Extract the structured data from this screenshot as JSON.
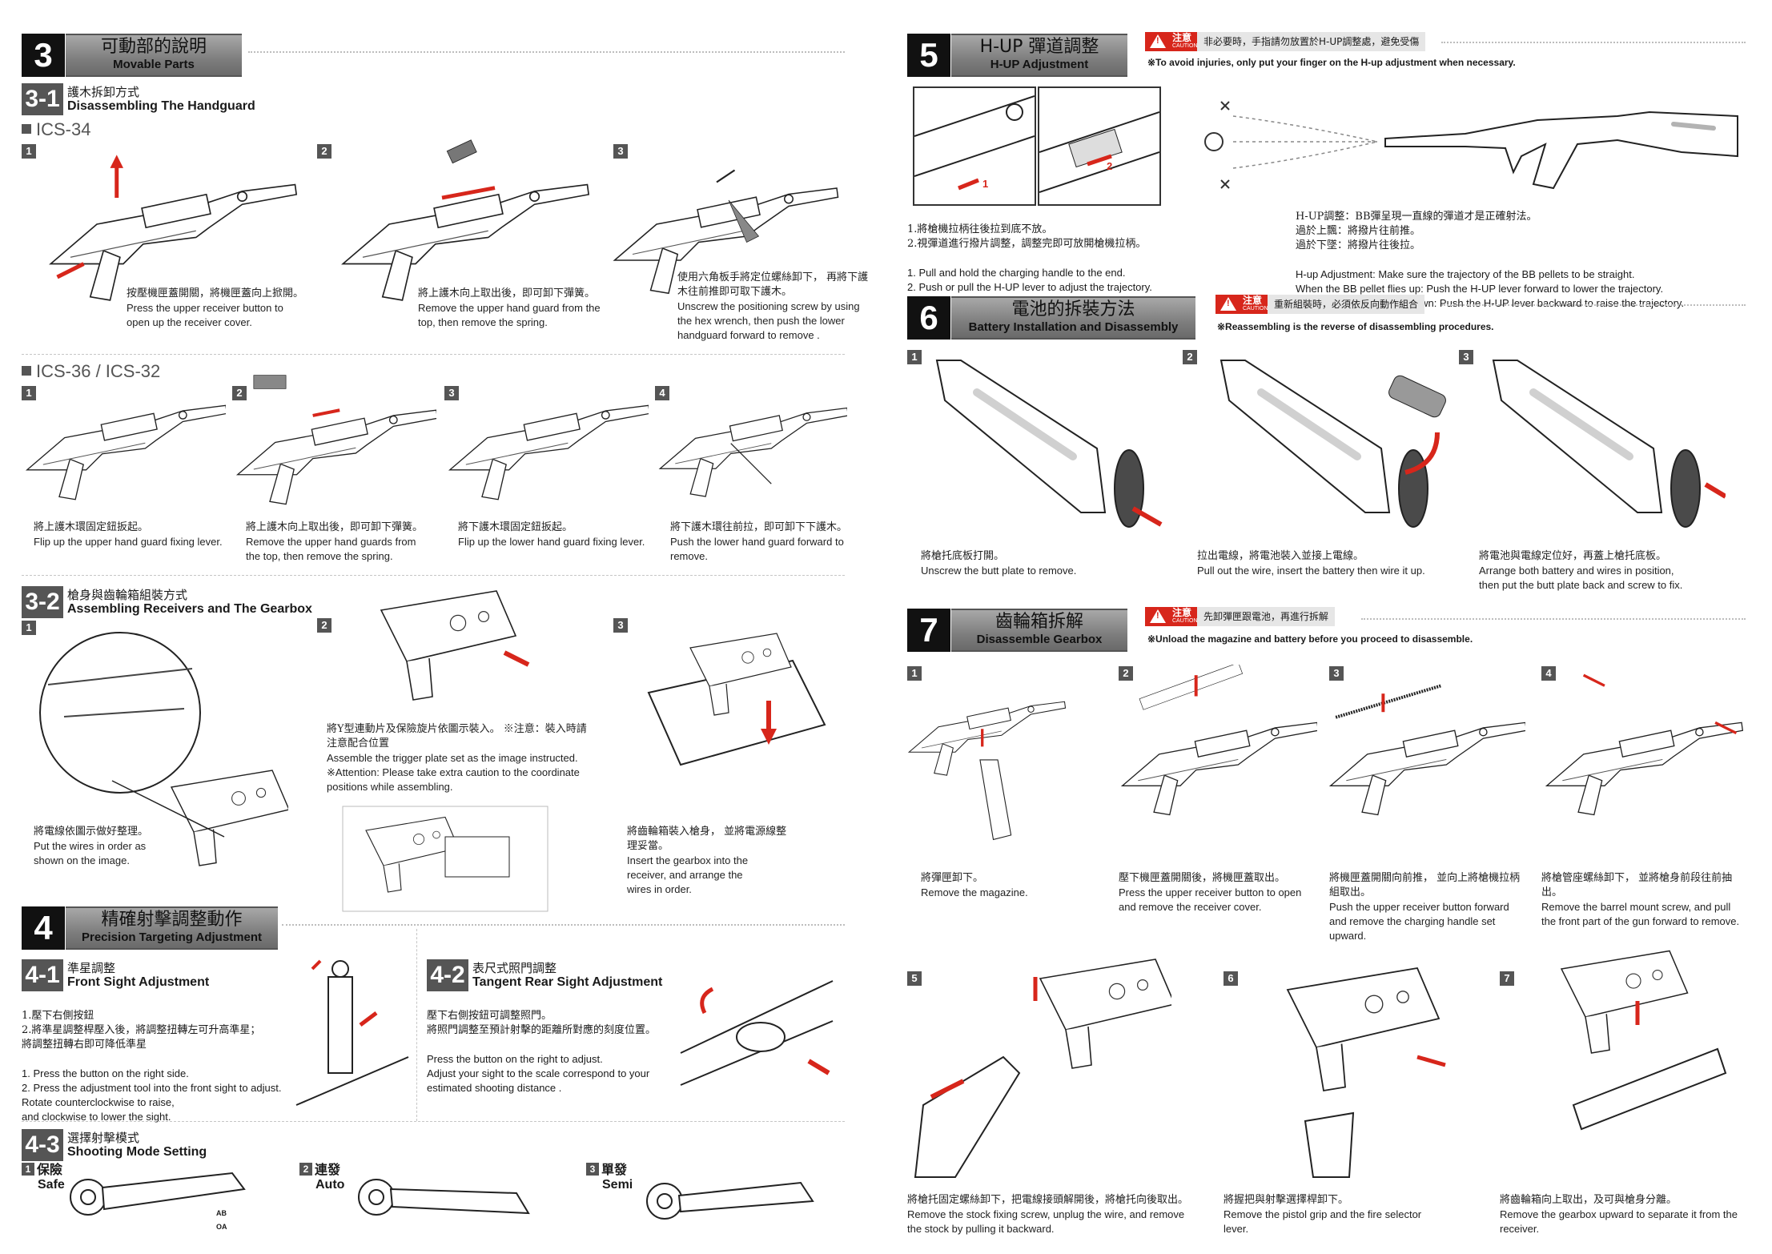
{
  "s3": {
    "num": "3",
    "zh": "可動部的說明",
    "en": "Movable Parts",
    "s31": {
      "num": "3-1",
      "zh": "護木拆卸方式",
      "en": "Disassembling The Handguard"
    },
    "model_a": "ICS-34",
    "a_steps": [
      {
        "n": "1",
        "zh": "按壓機匣蓋開關，將機匣蓋向上掀開。",
        "en": "Press the upper receiver button to\nopen up the receiver cover."
      },
      {
        "n": "2",
        "zh": "將上護木向上取出後，即可卸下彈簧。",
        "en": "Remove the upper hand guard from the\ntop, then remove the spring."
      },
      {
        "n": "3",
        "zh": "使用六角板手將定位螺絲卸下，\n再將下護木往前推即可取下護木。",
        "en": "Unscrew the positioning screw by using\nthe hex wrench, then push the lower\nhandguard forward to remove ."
      }
    ],
    "model_b": "ICS-36 / ICS-32",
    "b_steps": [
      {
        "n": "1",
        "zh": "將上護木環固定鈕扳起。",
        "en": "Flip up the upper hand guard fixing lever."
      },
      {
        "n": "2",
        "zh": "將上護木向上取出後，即可卸下彈簧。",
        "en": "Remove the upper hand guards from\nthe top, then remove the spring."
      },
      {
        "n": "3",
        "zh": "將下護木環固定鈕扳起。",
        "en": "Flip up the lower hand guard fixing lever."
      },
      {
        "n": "4",
        "zh": "將下護木環往前拉，即可卸下下護木。",
        "en": "Push the lower hand guard forward to\nremove."
      }
    ],
    "s32": {
      "num": "3-2",
      "zh": "槍身與齒輪箱組裝方式",
      "en": "Assembling Receivers and The Gearbox"
    },
    "c_steps": [
      {
        "n": "1",
        "zh": "將電線依圖示做好整理。",
        "en": "Put the wires in order as\nshown on the image."
      },
      {
        "n": "2",
        "zh": "將Y型連動片及保險旋片依圖示裝入。\n※注意：裝入時請注意配合位置",
        "en": "Assemble the trigger plate set as the image instructed.\n※Attention: Please take extra caution to the coordinate\n          positions while assembling."
      },
      {
        "n": "3",
        "zh": "將齒輪箱裝入槍身，\n並將電源線整理妥當。",
        "en": "Insert the gearbox into the\nreceiver, and arrange the\nwires in order."
      }
    ]
  },
  "s4": {
    "num": "4",
    "zh": "精確射擊調整動作",
    "en": "Precision Targeting Adjustment",
    "s41": {
      "num": "4-1",
      "zh": "準星調整",
      "en": "Front Sight Adjustment",
      "zh_list": "1.壓下右側按鈕\n2.將準星調整桿壓入後，將調整扭轉左可升高準星；\n  將調整扭轉右即可降低準星",
      "en_list": "1. Press the button on the right side.\n2. Press the adjustment tool into the front sight to adjust.\n    Rotate counterclockwise to raise,\n    and clockwise to lower the sight."
    },
    "s42": {
      "num": "4-2",
      "zh": "表尺式照門調整",
      "en": "Tangent Rear Sight Adjustment",
      "zh_list": "壓下右側按鈕可調整照門。\n將照門調整至預計射擊的距離所對應的刻度位置。",
      "en_list": "Press the button on the right to adjust.\nAdjust your sight to the scale correspond to your\nestimated shooting distance ."
    },
    "s43": {
      "num": "4-3",
      "zh": "選擇射擊模式",
      "en": "Shooting Mode Setting"
    },
    "modes": [
      {
        "n": "1",
        "zh": "保險",
        "en": "Safe"
      },
      {
        "n": "2",
        "zh": "連發",
        "en": "Auto"
      },
      {
        "n": "3",
        "zh": "單發",
        "en": "Semi"
      }
    ],
    "selector_marks": [
      "AB",
      "OA"
    ]
  },
  "s5": {
    "num": "5",
    "zh": "H-UP 彈道調整",
    "en": "H-UP Adjustment",
    "caution": {
      "l1": "注意",
      "l2": "CAUTION",
      "text": "非必要時，手指請勿放置於H-UP調整處，避免受傷"
    },
    "note": "※To avoid injuries, only put your finger on the H-up adjustment when necessary.",
    "zh_list": "1.將槍機拉柄往後拉到底不放。\n2.視彈道進行撥片調整，調整完即可放開槍機拉柄。",
    "en_list": "1. Pull and hold the charging handle to the end.\n2. Push or pull the H-UP lever to adjust the trajectory.",
    "hup_zh": "H-UP調整：BB彈呈現一直線的彈道才是正確射法。\n過於上飄：將撥片往前推。\n過於下墜：將撥片往後拉。",
    "hup_en": "H-up Adjustment: Make sure the trajectory of the BB pellets to be straight.\nWhen the BB pellet flies up: Push the H-UP lever forward to lower the trajectory.\nWhen the BB pellet falls down: Push the H-UP lever backward to raise the trajectory.",
    "labels": [
      "1",
      "2"
    ]
  },
  "s6": {
    "num": "6",
    "zh": "電池的拆裝方法",
    "en": "Battery Installation and Disassembly",
    "caution": {
      "l1": "注意",
      "l2": "CAUTION",
      "text": "重新組裝時，必須依反向動作組合"
    },
    "note": "※Reassembling is the reverse of disassembling procedures.",
    "steps": [
      {
        "n": "1",
        "zh": "將槍托底板打開。",
        "en": "Unscrew the butt plate to remove."
      },
      {
        "n": "2",
        "zh": "拉出電線，將電池裝入並接上電線。",
        "en": "Pull out the wire, insert the battery then wire it up."
      },
      {
        "n": "3",
        "zh": "將電池與電線定位好，再蓋上槍托底板。",
        "en": "Arrange both battery and wires in position,\nthen put the butt plate back and screw to fix."
      }
    ]
  },
  "s7": {
    "num": "7",
    "zh": "齒輪箱拆解",
    "en": "Disassemble Gearbox",
    "caution": {
      "l1": "注意",
      "l2": "CAUTION",
      "text": "先卸彈匣跟電池，再進行拆解"
    },
    "note": "※Unload the magazine and battery before you proceed to disassemble.",
    "steps": [
      {
        "n": "1",
        "zh": "將彈匣卸下。",
        "en": "Remove the magazine."
      },
      {
        "n": "2",
        "zh": "壓下機匣蓋開關後，將機匣蓋取出。",
        "en": "Press the upper receiver button to open\nand remove the receiver cover."
      },
      {
        "n": "3",
        "zh": "將機匣蓋開關向前推，\n並向上將槍機拉柄組取出。",
        "en": "Push the upper receiver button forward\nand remove the charging handle set\nupward."
      },
      {
        "n": "4",
        "zh": "將槍管座螺絲卸下，\n並將槍身前段往前抽出。",
        "en": "Remove the barrel mount screw, and pull\nthe front part of the gun forward to remove."
      },
      {
        "n": "5",
        "zh": "將槍托固定螺絲卸下，把電線接頭解開後，將槍托向後取出。",
        "en": "Remove the stock fixing screw, unplug the wire, and remove\nthe stock by pulling it backward."
      },
      {
        "n": "6",
        "zh": "將握把與射擊選擇桿卸下。",
        "en": "Remove the pistol grip and the fire selector lever."
      },
      {
        "n": "7",
        "zh": "將齒輪箱向上取出，及可與槍身分離。",
        "en": "Remove the gearbox upward to separate it from the\nreceiver."
      }
    ]
  },
  "colors": {
    "accent_red": "#d7261b",
    "banner_grey": "#8a8a8a"
  }
}
